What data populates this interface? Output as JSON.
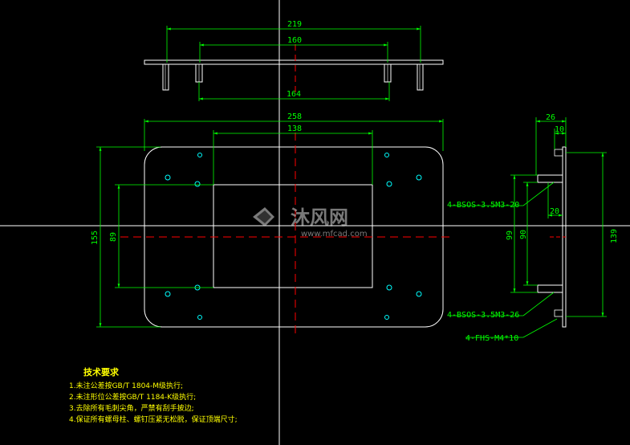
{
  "top_view": {
    "dim_overall": "219",
    "dim_inner": "160",
    "dim_bottom": "164"
  },
  "front_view": {
    "dim_width": "258",
    "dim_window_width": "138",
    "dim_height": "155",
    "dim_window_height": "89"
  },
  "side_view": {
    "dim_depth": "26",
    "dim_small": "10",
    "dim_flange": "20",
    "dim_h1": "99",
    "dim_h2": "90",
    "dim_h3": "139",
    "callout_standoff_top": "4-BSOS-3.5M3-20",
    "callout_standoff_bottom": "4-BSOS-3.5M3-26",
    "callout_screw": "4-FHS-M4*10"
  },
  "notes": {
    "title": "技术要求",
    "items": [
      "1.未注公差按GB/T 1804-M级执行;",
      "2.未注形位公差按GB/T 1184-K级执行;",
      "3.去除所有毛刺尖角，严禁有刮手披边;",
      "4.保证所有螺母柱、螺钉压紧无松脱，保证顶端尺寸;"
    ]
  },
  "watermark": {
    "brand": "沐风网",
    "url": "www.mfcad.com"
  },
  "colors": {
    "background": "#000000",
    "outline": "#ffffff",
    "dimension": "#00ff00",
    "centerline": "#ff0000",
    "hole": "#00ffff",
    "notes": "#ffff00"
  }
}
